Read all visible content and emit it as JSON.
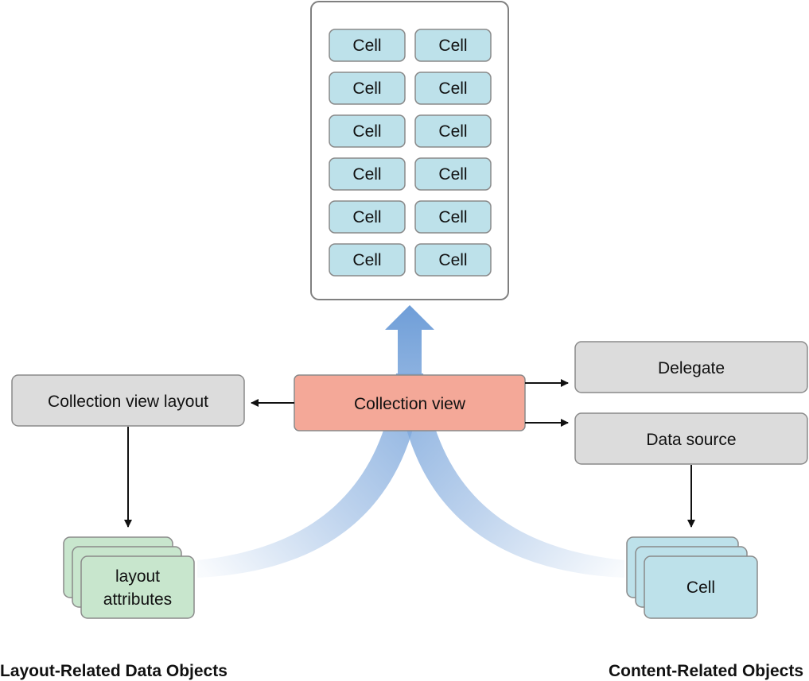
{
  "device": {
    "cells": [
      "Cell",
      "Cell",
      "Cell",
      "Cell",
      "Cell",
      "Cell",
      "Cell",
      "Cell",
      "Cell",
      "Cell",
      "Cell",
      "Cell"
    ]
  },
  "nodes": {
    "collection_view": "Collection view",
    "collection_view_layout": "Collection view layout",
    "delegate": "Delegate",
    "data_source": "Data source",
    "layout_attributes_line1": "layout",
    "layout_attributes_line2": "attributes",
    "cell_stack": "Cell"
  },
  "captions": {
    "left": "Layout-Related Data Objects",
    "right": "Content-Related Objects"
  },
  "colors": {
    "collection_view": "#f4a898",
    "gray_box": "#dcdcdc",
    "cell_blue": "#bde1ea",
    "attributes_green": "#c8e6cd",
    "flow_blue": "#7ea8dc"
  }
}
